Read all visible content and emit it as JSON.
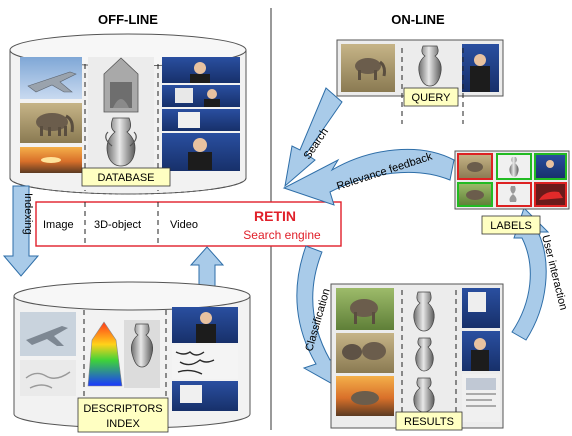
{
  "headers": {
    "offline": "OFF-LINE",
    "online": "ON-LINE"
  },
  "labels": {
    "database": "DATABASE",
    "descriptors_line1": "DESCRIPTORS",
    "descriptors_line2": "INDEX",
    "query": "QUERY",
    "labels": "LABELS",
    "results": "RESULTS"
  },
  "arrows": {
    "indexing": "Indexing",
    "search": "Search",
    "relevance_feedback": "Relevance feedback",
    "classification": "Classification",
    "user_interaction": "User interaction"
  },
  "engine": {
    "image": "Image",
    "object3d": "3D-object",
    "video": "Video",
    "name": "RETIN",
    "subtitle": "Search engine"
  },
  "colors": {
    "arrow_fill": "#a9cbe9",
    "arrow_stroke": "#2e6ea8",
    "label_bg": "#ffffc2",
    "engine_border": "#e0202a",
    "engine_text": "#e0202a",
    "cylinder_fill": "#f2f2f2",
    "positive_border": "#22bb22",
    "negative_border": "#dd2222"
  }
}
